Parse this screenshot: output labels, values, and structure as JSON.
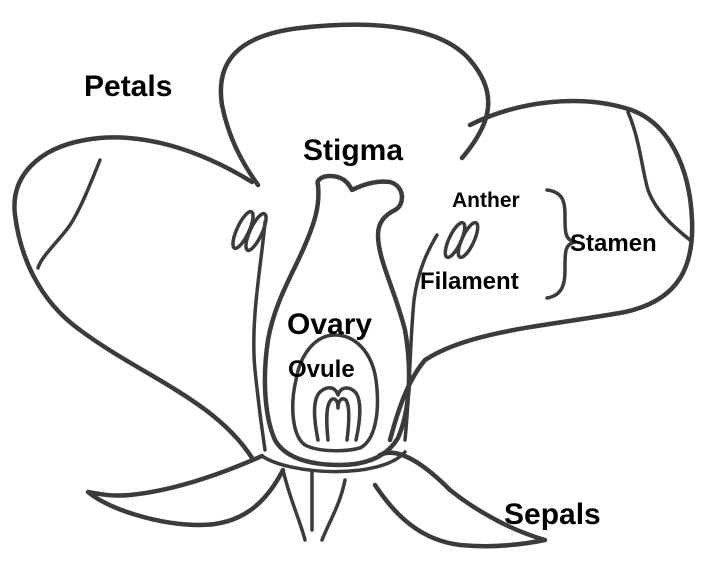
{
  "labels": {
    "petals": "Petals",
    "stigma": "Stigma",
    "anther": "Anther",
    "stamen": "Stamen",
    "filament": "Filament",
    "ovary": "Ovary",
    "ovule": "Ovule",
    "sepals": "Sepals"
  },
  "colors": {
    "line": "#3b3b3b",
    "text": "#000000",
    "background": "#ffffff"
  }
}
